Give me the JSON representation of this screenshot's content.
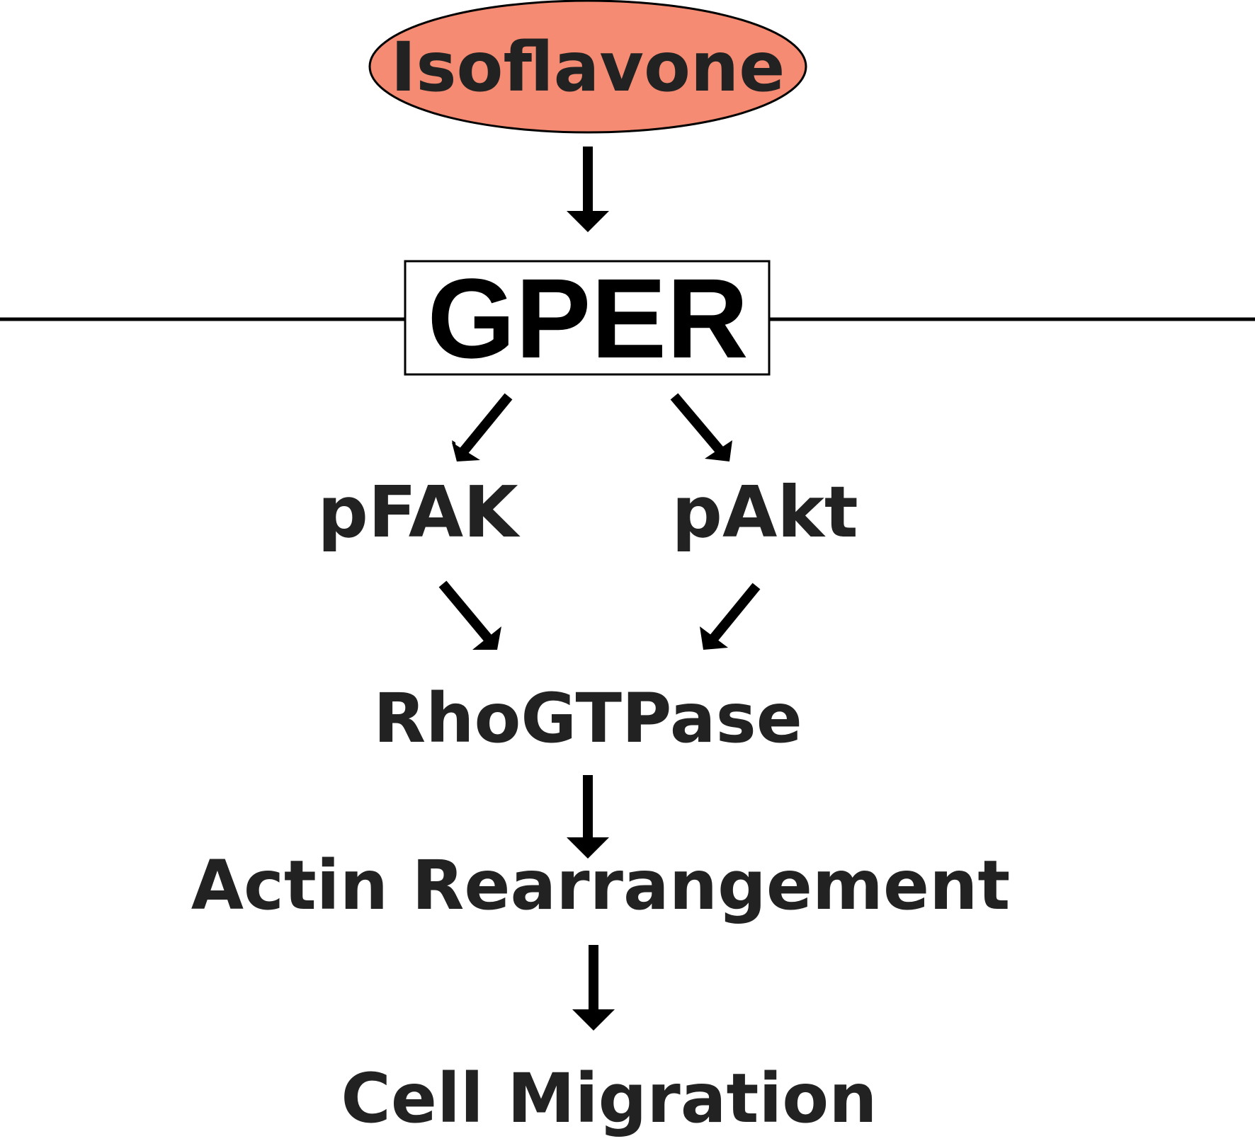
{
  "nodes": {
    "isoflavone": "Isoflavone",
    "gper": "GPER",
    "pfak": "pFAK",
    "pakt": "pAkt",
    "rhogtpase": "RhoGTPase",
    "actin": "Actin Rearrangement",
    "migration": "Cell Migration"
  },
  "colors": {
    "isoflavone_fill": "#F58B72",
    "membrane": "#000000",
    "text": "#222222"
  },
  "edges": [
    {
      "from": "isoflavone",
      "to": "gper"
    },
    {
      "from": "gper",
      "to": "pfak"
    },
    {
      "from": "gper",
      "to": "pakt"
    },
    {
      "from": "pfak",
      "to": "rhogtpase"
    },
    {
      "from": "pakt",
      "to": "rhogtpase"
    },
    {
      "from": "rhogtpase",
      "to": "actin"
    },
    {
      "from": "actin",
      "to": "migration"
    }
  ]
}
